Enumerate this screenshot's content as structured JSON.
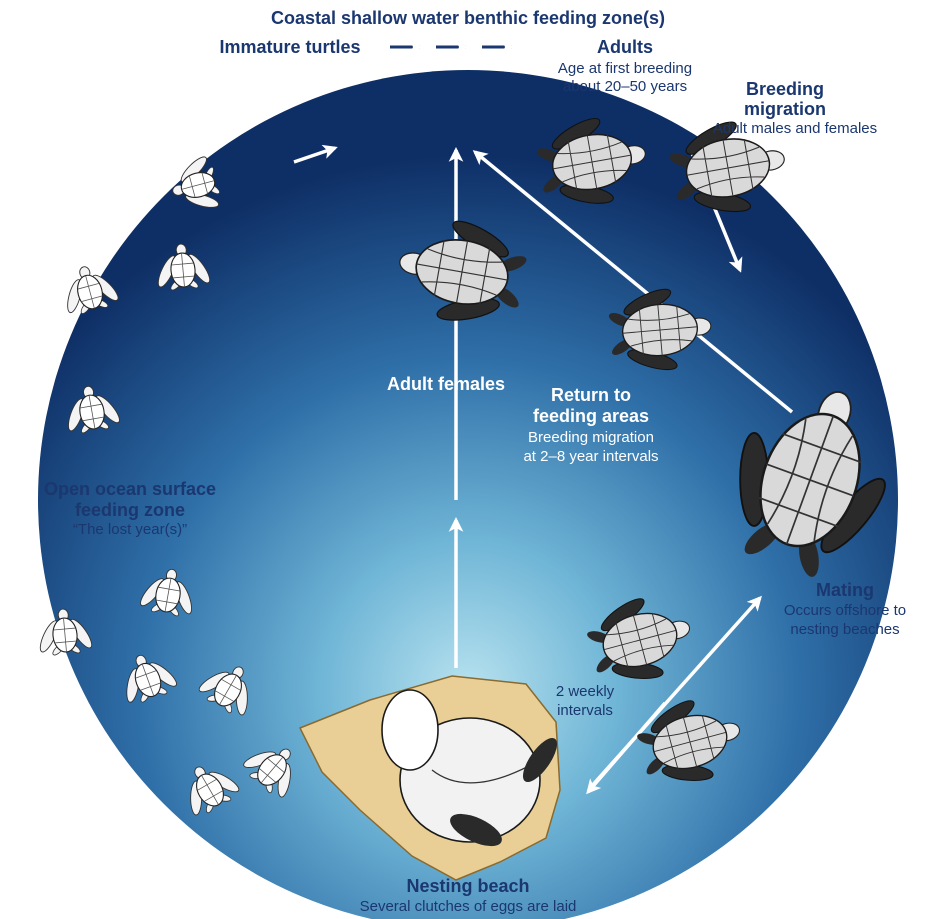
{
  "labels": {
    "top_zone": "Coastal shallow water benthic feeding zone(s)",
    "immature_turtles": "Immature turtles",
    "adults_title": "Adults",
    "adults_sub1": "Age at first breeding",
    "adults_sub2": "about 20–50 years",
    "breeding_title1": "Breeding",
    "breeding_title2": "migration",
    "breeding_sub": "Adult males and females",
    "adult_females": "Adult females",
    "return_title1": "Return to",
    "return_title2": "feeding areas",
    "return_sub1": "Breeding migration",
    "return_sub2": "at 2–8 year intervals",
    "open_ocean_title1": "Open ocean surface",
    "open_ocean_title2": "feeding zone",
    "open_ocean_sub": "“The lost year(s)”",
    "mating_title": "Mating",
    "mating_sub1": "Occurs offshore to",
    "mating_sub2": "nesting beaches",
    "weekly1": "2 weekly",
    "weekly2": "intervals",
    "nesting_title": "Nesting beach",
    "nesting_sub": "Several clutches of eggs are laid"
  },
  "icons": [
    "sea-turtle-icon",
    "hatchling-turtle-icon",
    "nesting-turtle-icon",
    "arrow-icon"
  ],
  "colors": {
    "ocean_deep": "#0e2f66",
    "ocean_mid": "#2e6ea8",
    "ocean_light": "#9fd3e8",
    "text_navy": "#1b3770",
    "sand": "#e9cf95",
    "arrow": "#ffffff"
  }
}
